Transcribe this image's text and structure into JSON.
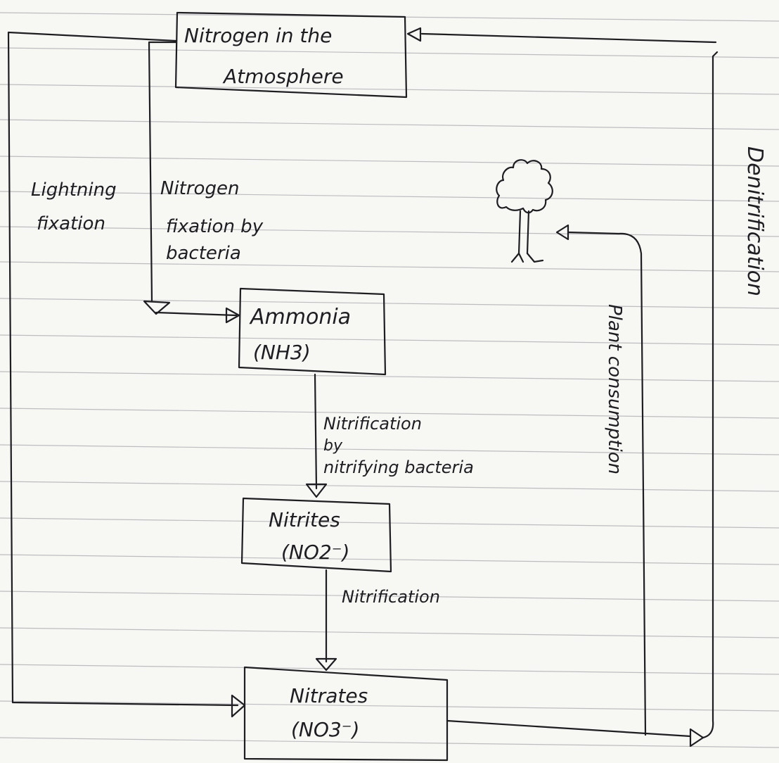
{
  "nodes": {
    "atmosphere": {
      "line1": "Nitrogen in the",
      "line2": "Atmosphere"
    },
    "ammonia": {
      "name": "Ammonia",
      "formula": "(NH3)"
    },
    "nitrites": {
      "name": "Nitrites",
      "formula": "(NO2⁻)"
    },
    "nitrates": {
      "name": "Nitrates",
      "formula": "(NO3⁻)"
    }
  },
  "edges": {
    "lightning": {
      "line1": "Lightning",
      "line2": "fixation"
    },
    "bacterial_fixation": {
      "line1": "Nitrogen",
      "line2": "fixation by",
      "line3": "bacteria"
    },
    "nitrification_1": {
      "line1": "Nitrification",
      "line2": "by",
      "line3": "nitrifying bacteria"
    },
    "nitrification_2": {
      "line1": "Nitrification"
    },
    "plant_consumption": {
      "label": "Plant consumption"
    },
    "denitrification": {
      "label": "Denitrification"
    }
  },
  "illustration": {
    "icon": "tree-icon"
  },
  "colors": {
    "ink": "#1d1d22",
    "paper": "#f7f7f4",
    "rule": "#bdbdc0"
  }
}
